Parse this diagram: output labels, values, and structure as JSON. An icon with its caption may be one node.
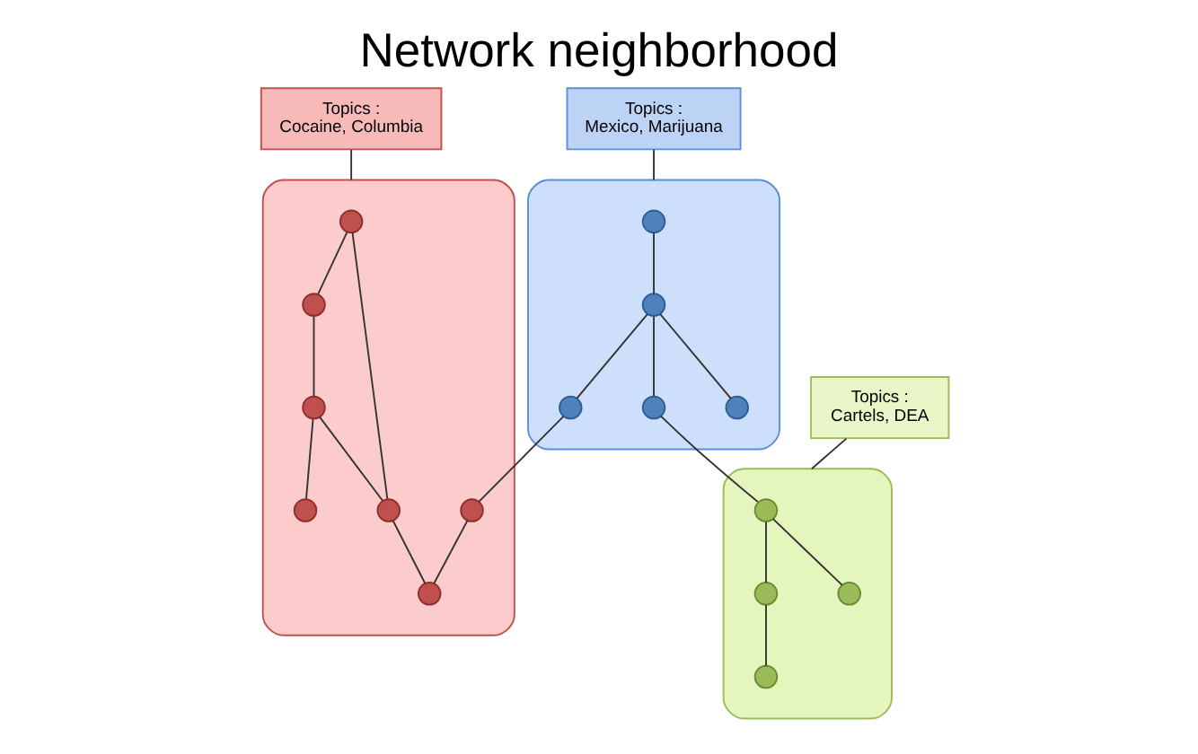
{
  "diagram": {
    "title": "Network neighborhood",
    "nodes": [
      {
        "text": [
          "Topics :",
          "Mexico, Marijuana"
        ]
      },
      {
        "text": [],
        "shape": "cloud"
      },
      {
        "text": [],
        "shape": "circle",
        "in": 1
      },
      {
        "text": [],
        "shape": "circle",
        "in": 1
      },
      {
        "text": [],
        "shape": "circle",
        "in": 1
      },
      {
        "text": [],
        "shape": "circle",
        "in": 1
      },
      {
        "text": [],
        "shape": "circle",
        "in": 1
      },
      {
        "text": [
          "Topics :",
          "Cocaine, Columbia"
        ]
      },
      {
        "text": [],
        "shape": "cloud"
      },
      {
        "text": [],
        "shape": "circle",
        "in": 8
      },
      {
        "text": [],
        "shape": "circle",
        "in": 8
      },
      {
        "text": [],
        "shape": "circle",
        "in": 8
      },
      {
        "text": [],
        "shape": "circle",
        "in": 8
      },
      {
        "text": [],
        "shape": "circle",
        "in": 8
      },
      {
        "text": [],
        "shape": "circle",
        "in": 8
      },
      {
        "text": [],
        "shape": "circle",
        "in": 8
      },
      {
        "text": [],
        "shape": "cloud"
      },
      {
        "text": [],
        "shape": "circle",
        "in": 16
      },
      {
        "text": [],
        "shape": "circle",
        "in": 16
      },
      {
        "text": [],
        "shape": "circle",
        "in": 16
      },
      {
        "text": [],
        "shape": "circle",
        "in": 16
      },
      {
        "text": [
          "Topics :",
          "Cartels, DEA"
        ]
      }
    ],
    "edges": [
      {
        "from": 0,
        "to": 1,
        "arrow": "none"
      },
      {
        "from": 2,
        "to": 3,
        "arrow": "none"
      },
      {
        "from": 3,
        "to": 4,
        "arrow": "none"
      },
      {
        "from": 3,
        "to": 5,
        "arrow": "none"
      },
      {
        "from": 3,
        "to": 6,
        "arrow": "none"
      },
      {
        "from": 4,
        "to": 11,
        "arrow": "none"
      },
      {
        "from": 5,
        "to": 17,
        "arrow": "none"
      },
      {
        "from": 7,
        "to": 8,
        "arrow": "none"
      },
      {
        "from": 9,
        "to": 10,
        "arrow": "none"
      },
      {
        "from": 10,
        "to": 12,
        "arrow": "none"
      },
      {
        "from": 12,
        "to": 13,
        "arrow": "none"
      },
      {
        "from": 12,
        "to": 14,
        "arrow": "none"
      },
      {
        "from": 9,
        "to": 14,
        "arrow": "none"
      },
      {
        "from": 11,
        "to": 15,
        "arrow": "none"
      },
      {
        "from": 14,
        "to": 15,
        "arrow": "none"
      },
      {
        "from": 17,
        "to": 18,
        "arrow": "none"
      },
      {
        "from": 17,
        "to": 19,
        "arrow": "none"
      },
      {
        "from": 18,
        "to": 20,
        "arrow": "none"
      },
      {
        "from": 21,
        "to": 16,
        "arrow": "none"
      }
    ]
  }
}
